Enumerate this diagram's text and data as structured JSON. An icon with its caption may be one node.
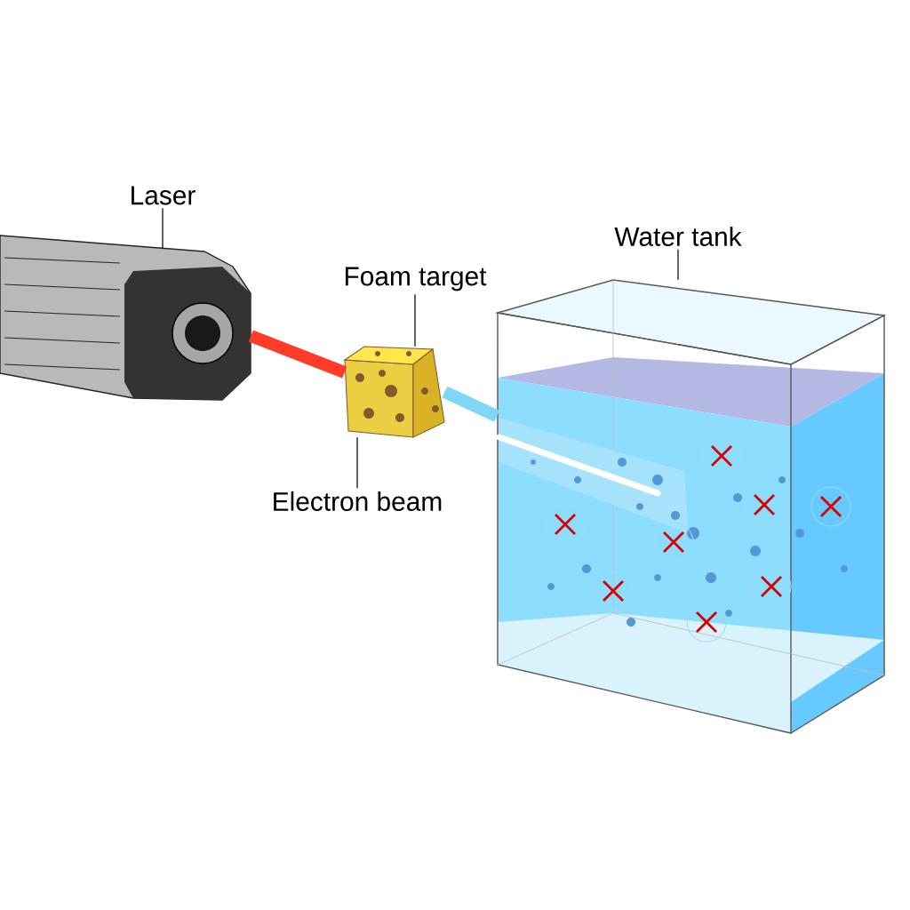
{
  "diagram": {
    "nodes": [
      {
        "text": [
          "Laser"
        ]
      },
      {
        "text": [],
        "shape": "picture"
      },
      {
        "text": [
          "Foam target"
        ]
      },
      {
        "text": [],
        "shape": "picture"
      },
      {
        "text": [
          "Electron beam"
        ]
      },
      {
        "text": [
          "Water tank"
        ]
      },
      {
        "text": [],
        "shape": "picture"
      }
    ],
    "edges": [
      {
        "from": 0,
        "to": 1,
        "arrow": "none"
      },
      {
        "from": 1,
        "to": 3,
        "arrow": "none",
        "style": "thick",
        "color": "#ff3b2a"
      },
      {
        "from": 3,
        "to": 6,
        "arrow": "none",
        "style": "thick",
        "color": "#7fd6f5"
      },
      {
        "from": 2,
        "to": 3,
        "arrow": "none"
      },
      {
        "from": 4,
        "to": 3,
        "arrow": "none"
      },
      {
        "from": 5,
        "to": 6,
        "arrow": "none"
      }
    ]
  }
}
